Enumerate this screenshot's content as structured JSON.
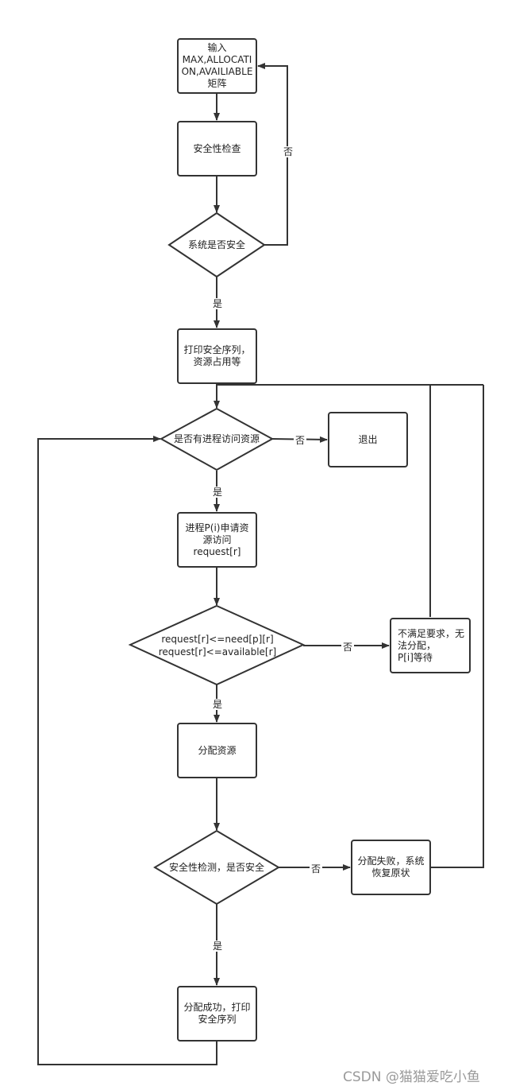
{
  "nodes": {
    "input": "输入\nMAX,ALLOCATION,AVAILIABLE矩阵",
    "safety_check": "安全性检查",
    "is_safe": "系统是否安全",
    "print_seq": "打印安全序列，资源占用等",
    "any_process": "是否有进程访问资源",
    "exit": "退出",
    "request": "进程P(i)申请资源访问\nrequest[r]",
    "condition_line1": "request[r]<=need[p][r]",
    "condition_line2": "request[r]<=available[r]",
    "wait": "不满足要求，无法分配，\nP[i]等待",
    "allocate": "分配资源",
    "safety_detect": "安全性检测，是否安全",
    "fail": "分配失败，系统恢复原状",
    "success": "分配成功，打印安全序列"
  },
  "labels": {
    "yes": "是",
    "no": "否"
  },
  "watermark": "CSDN @猫猫爱吃小鱼",
  "colors": {
    "line": "#333333",
    "watermark": "#9a9a9a"
  }
}
